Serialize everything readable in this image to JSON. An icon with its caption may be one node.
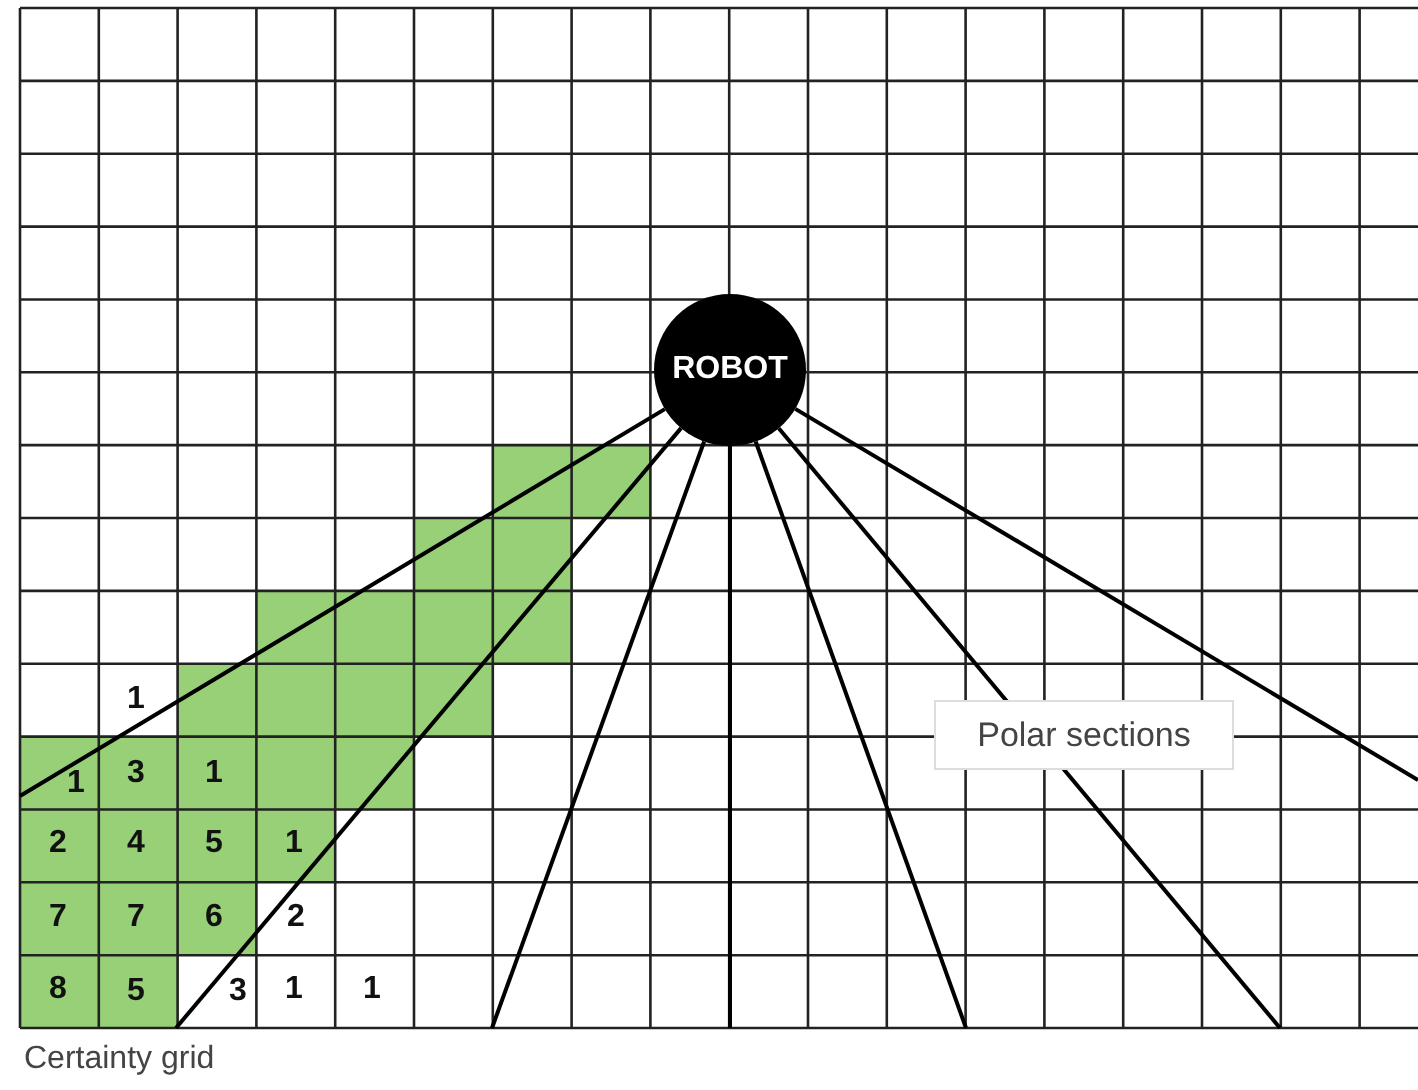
{
  "diagram": {
    "caption": "Certainty grid",
    "nodes": [
      {
        "text": [
          "ROBOT"
        ]
      },
      {
        "text": [
          "Polar sections"
        ]
      }
    ],
    "labels": [
      "1",
      "1",
      "3",
      "1",
      "2",
      "4",
      "5",
      "1",
      "7",
      "7",
      "6",
      "2",
      "8",
      "5",
      "3",
      "1",
      "1"
    ]
  }
}
